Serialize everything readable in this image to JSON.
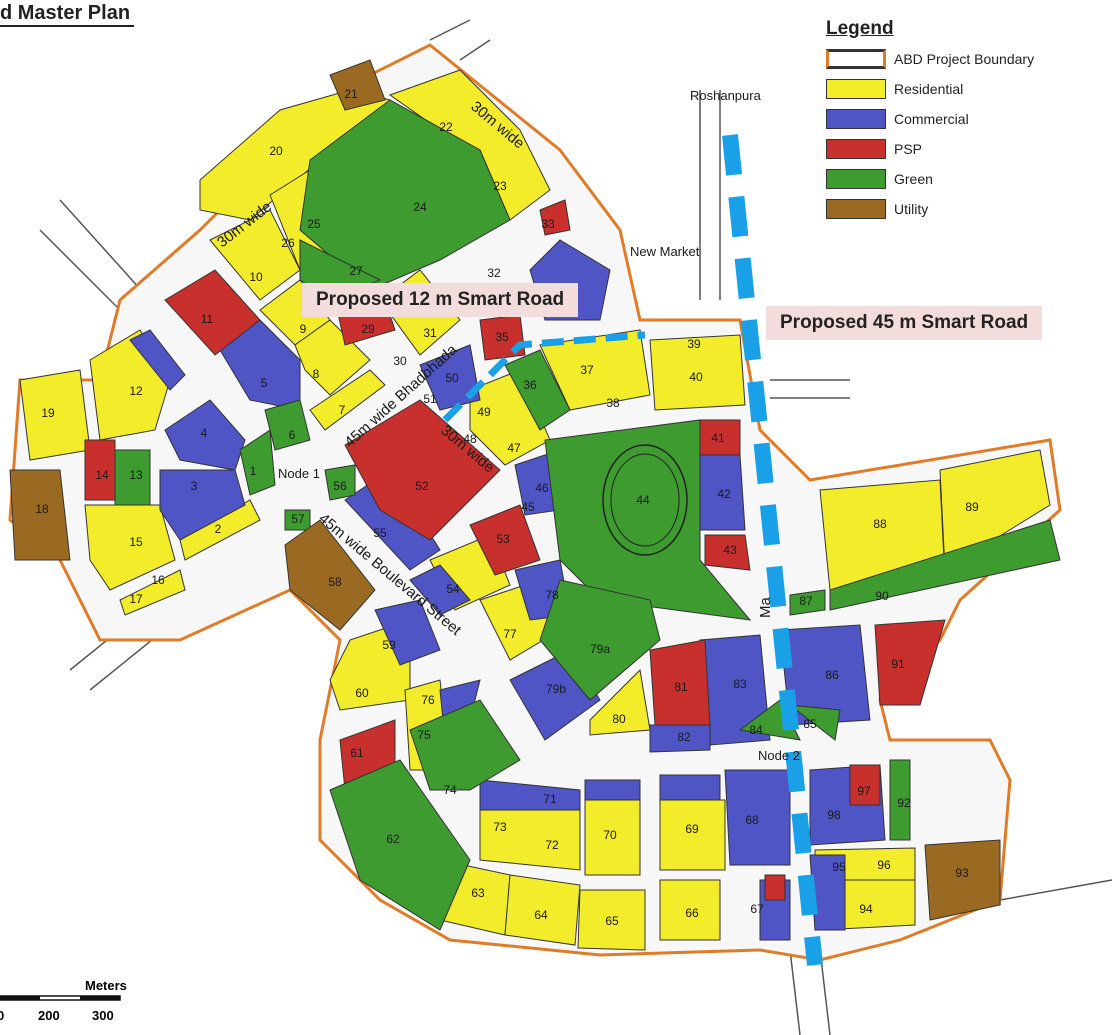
{
  "title": "d Master Plan",
  "legend": {
    "title": "Legend",
    "items": [
      {
        "label": "ABD Project Boundary",
        "color": "#ffffff",
        "border": "#e07b28"
      },
      {
        "label": "Residential",
        "color": "#f2ec2a"
      },
      {
        "label": "Commercial",
        "color": "#4f55c4"
      },
      {
        "label": "PSP",
        "color": "#c8302e"
      },
      {
        "label": "Green",
        "color": "#3d9b2f"
      },
      {
        "label": "Utility",
        "color": "#9b6a22"
      }
    ]
  },
  "callouts": {
    "road_12m": "Proposed 12 m Smart Road",
    "road_45m": "Proposed 45 m Smart Road"
  },
  "places": {
    "roshanpura": "Roshanpura",
    "new_market": "New Market",
    "node1": "Node 1",
    "node2": "Node 2"
  },
  "roads": {
    "r30_top": "30m wide",
    "r30_left": "30m wide",
    "r45_bhadbhada": "45m wide Bhadbhada",
    "r30_mid": "30m wide",
    "r45_boulevard": "45m wide Boulevard Street",
    "main_vertical": "Ma"
  },
  "plot_numbers": [
    "1",
    "2",
    "3",
    "4",
    "5",
    "6",
    "7",
    "8",
    "9",
    "10",
    "11",
    "12",
    "13",
    "14",
    "15",
    "16",
    "17",
    "18",
    "19",
    "20",
    "21",
    "22",
    "23",
    "24",
    "25",
    "26",
    "27",
    "29",
    "30",
    "31",
    "32",
    "33",
    "35",
    "36",
    "37",
    "38",
    "39",
    "40",
    "41",
    "42",
    "43",
    "44",
    "45",
    "46",
    "47",
    "48",
    "49",
    "50",
    "51",
    "52",
    "53",
    "54",
    "55",
    "56",
    "57",
    "58",
    "59",
    "60",
    "61",
    "62",
    "63",
    "64",
    "65",
    "66",
    "67",
    "68",
    "69",
    "70",
    "71",
    "72",
    "73",
    "74",
    "75",
    "76",
    "77",
    "78",
    "79a",
    "79b",
    "80",
    "81",
    "82",
    "83",
    "84",
    "85",
    "86",
    "87",
    "88",
    "89",
    "90",
    "91",
    "92",
    "93",
    "94",
    "95",
    "96",
    "97",
    "98"
  ],
  "scale": {
    "unit": "Meters",
    "ticks": [
      "0",
      "200",
      "300"
    ]
  }
}
